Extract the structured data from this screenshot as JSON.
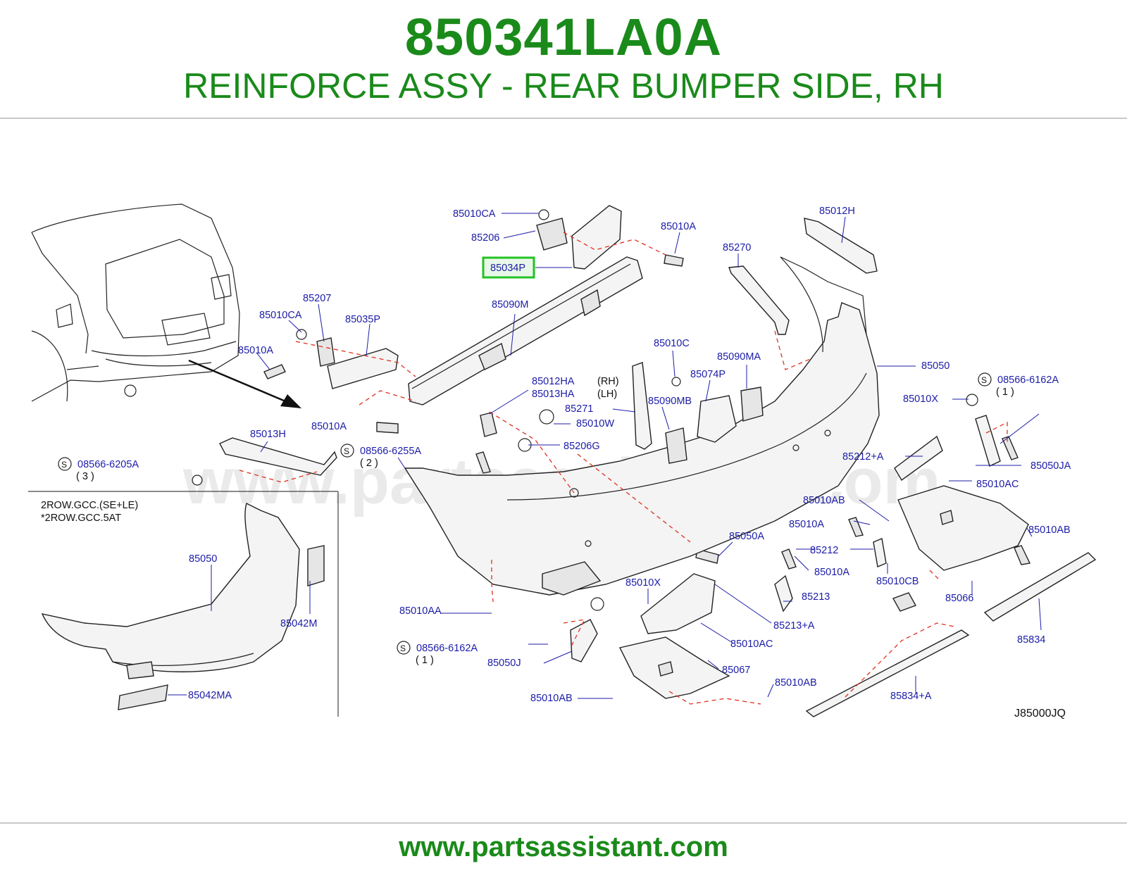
{
  "header": {
    "part_number": "850341LA0A",
    "part_description": "REINFORCE ASSY - REAR BUMPER SIDE, RH"
  },
  "diagram": {
    "watermark": "www.partsassistant.com",
    "diagram_code": "J85000JQ",
    "highlighted_part": "85034P",
    "variant_note": [
      "2ROW.GCC.(SE+LE)",
      "*2ROW.GCC.5AT"
    ],
    "side_labels": [
      "(RH)",
      "(LH)"
    ],
    "screw_marks": [
      {
        "symbol": "S",
        "code": "08566-6205A",
        "qty": "(  3  )"
      },
      {
        "symbol": "S",
        "code": "08566-6255A",
        "qty": "(  2  )"
      },
      {
        "symbol": "S",
        "code": "08566-6162A",
        "qty": "(  1  )"
      },
      {
        "symbol": "S",
        "code": "08566-6162A",
        "qty": "(  1  )"
      }
    ],
    "labels": [
      "85010CA",
      "85206",
      "85010A",
      "85012H",
      "85270",
      "85207",
      "85010CA",
      "85035P",
      "85090M",
      "85010A",
      "85010C",
      "85090MA",
      "85074P",
      "85050",
      "85012HA",
      "85013HA",
      "85271",
      "85090MB",
      "85010X",
      "85010W",
      "85010A",
      "85013H",
      "85206G",
      "85212+A",
      "85050JA",
      "85010AC",
      "85050",
      "85010AB",
      "85010A",
      "85050A",
      "85212",
      "85010AB",
      "85010A",
      "85010CB",
      "85066",
      "85042M",
      "85010X",
      "85213",
      "85213+A",
      "85010AA",
      "85834",
      "85010AC",
      "85050J",
      "85067",
      "85010AB",
      "85834+A",
      "85010AB",
      "85042MA"
    ]
  },
  "footer": {
    "url": "www.partsassistant.com"
  },
  "colors": {
    "brand_green": "#1a8a1a",
    "label_blue": "#1c1ca8",
    "highlight_green": "#22c322",
    "guide_red": "#e0301e"
  }
}
